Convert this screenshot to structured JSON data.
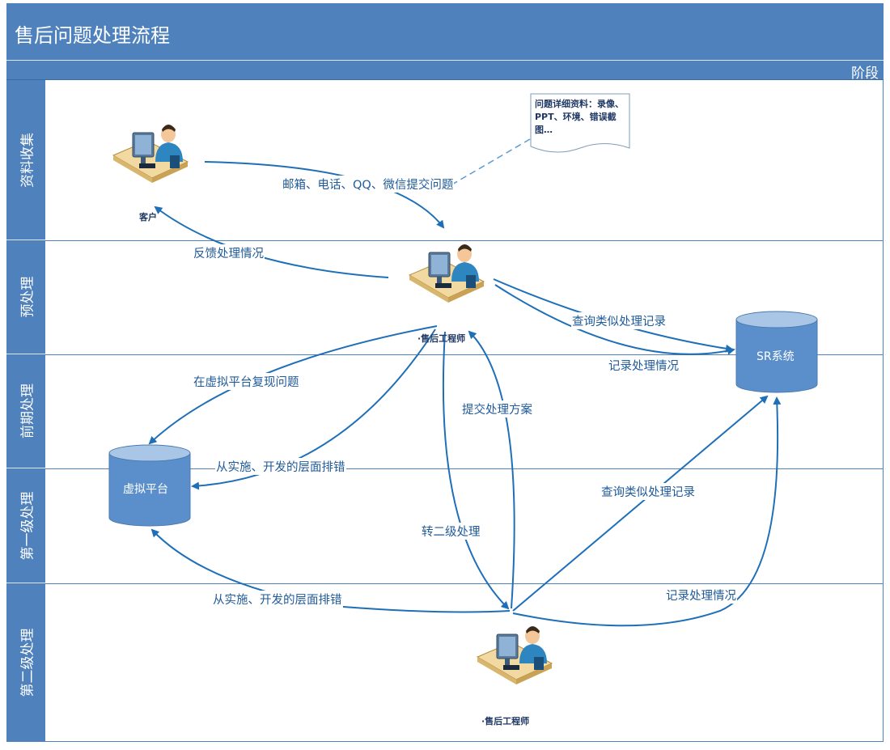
{
  "title": "售后问题处理流程",
  "stage_label": "阶段",
  "lanes": [
    "资料收集",
    "预处理",
    "前期处理",
    "第一级处理",
    "第二级处理"
  ],
  "actors": {
    "customer": "客户",
    "engineer_top": "·售后工程师",
    "engineer_bottom": "·售后工程师"
  },
  "databases": {
    "sr": "SR系统",
    "virtual": "虚拟平台"
  },
  "note": "问题详细资料：录像、PPT、环境、错误截图…",
  "flows": {
    "submit": "邮箱、电话、QQ、微信提交问题",
    "feedback": "反馈处理情况",
    "query_similar_1": "查询类似处理记录",
    "record_1": "记录处理情况",
    "reproduce": "在虚拟平台复现问题",
    "submit_plan": "提交处理方案",
    "troubleshoot_1": "从实施、开发的层面排错",
    "query_similar_2": "查询类似处理记录",
    "to_level2": "转二级处理",
    "troubleshoot_2": "从实施、开发的层面排错",
    "record_2": "记录处理情况"
  },
  "colors": {
    "lane_header": "#4f81bd",
    "arrow": "#1f6fb8",
    "database": "#5b8fcb",
    "note_dash": "#5b9bd5"
  }
}
